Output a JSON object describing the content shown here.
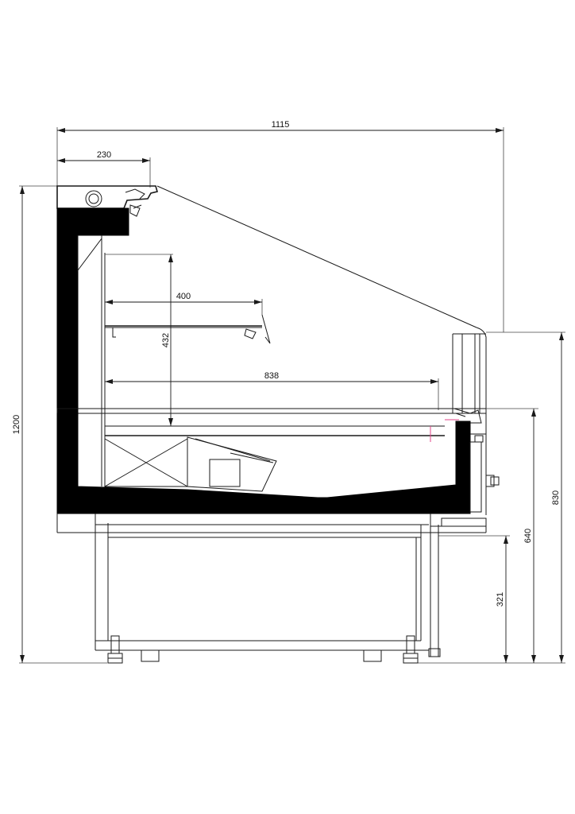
{
  "diagram": {
    "dimensions": {
      "overall_width": "1115",
      "top_canopy": "230",
      "upper_shelf": "400",
      "shelf_clearance": "432",
      "display_depth": "838",
      "overall_height": "1200",
      "front_glass_height": "830",
      "counter_height": "640",
      "base_height": "321"
    },
    "colors": {
      "line": "#1a1a1a",
      "insulation": "#000000",
      "accent": "#e0458a",
      "background": "#ffffff"
    }
  }
}
